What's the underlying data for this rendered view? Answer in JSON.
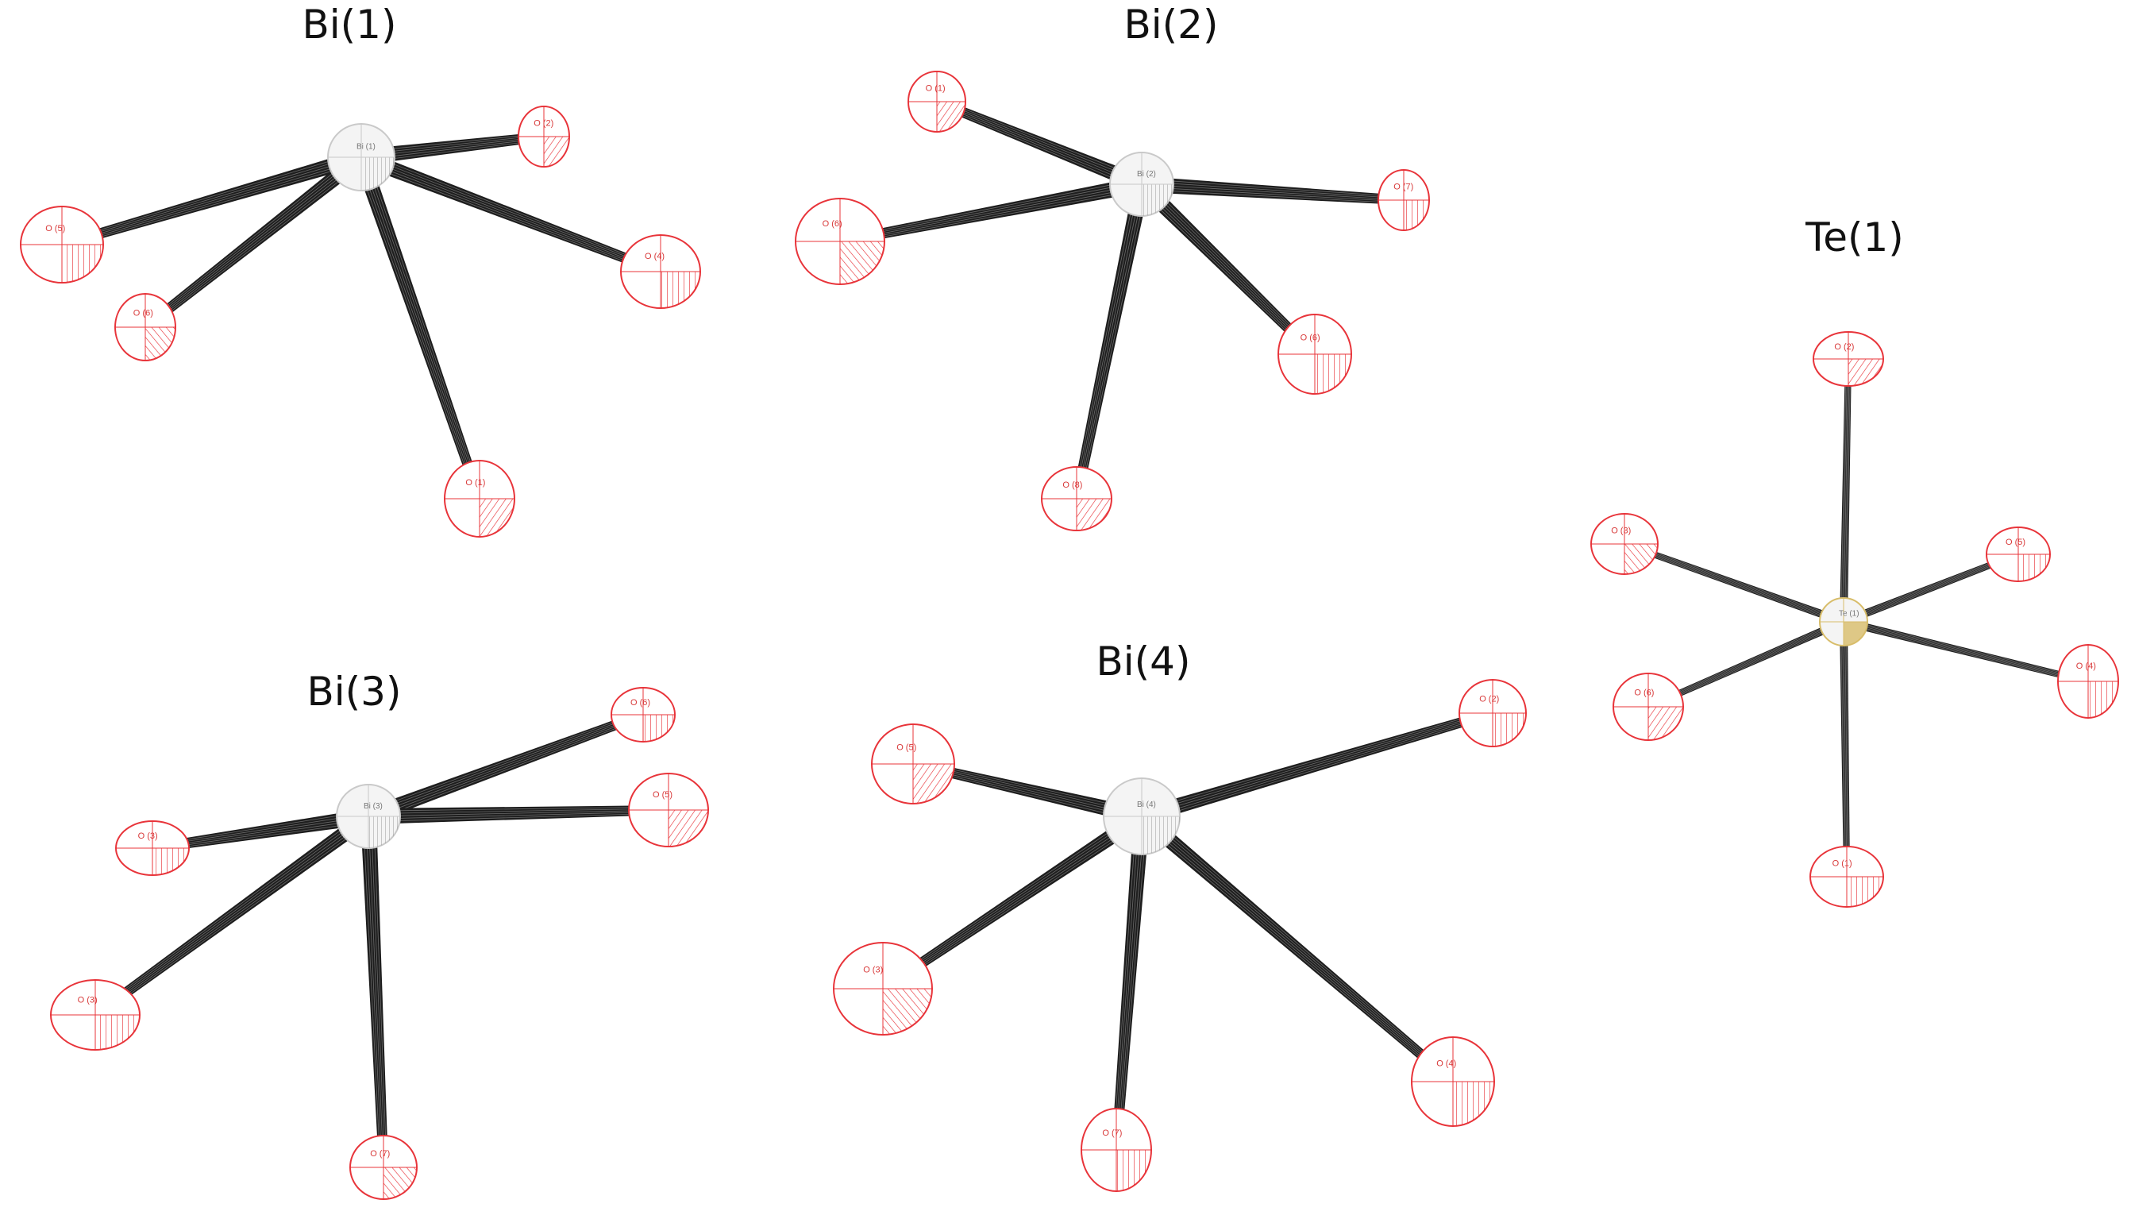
{
  "colors": {
    "oxygen": "#e8343a",
    "bond": "#1e1e1e",
    "bond_highlight": "#8a8a8a",
    "bismuth": "#c9c9c9",
    "tellurium": "#d8bd6a",
    "title": "#111111"
  },
  "sites": [
    {
      "title": "Bi(1)",
      "metal": "bismuth",
      "metal_label": "Bi (1)",
      "ligands": [
        {
          "label": "O (2)"
        },
        {
          "label": "O (5)"
        },
        {
          "label": "O (6)"
        },
        {
          "label": "O (4)"
        },
        {
          "label": "O (1)"
        }
      ]
    },
    {
      "title": "Bi(2)",
      "metal": "bismuth",
      "metal_label": "Bi (2)",
      "ligands": [
        {
          "label": "O (1)"
        },
        {
          "label": "O (6)"
        },
        {
          "label": "O (7)"
        },
        {
          "label": "O (6)"
        },
        {
          "label": "O (8)"
        }
      ]
    },
    {
      "title": "Te(1)",
      "metal": "tellurium",
      "metal_label": "Te (1)",
      "ligands": [
        {
          "label": "O (2)"
        },
        {
          "label": "O (3)"
        },
        {
          "label": "O (5)"
        },
        {
          "label": "O (6)"
        },
        {
          "label": "O (4)"
        },
        {
          "label": "O (1)"
        }
      ]
    },
    {
      "title": "Bi(3)",
      "metal": "bismuth",
      "metal_label": "Bi (3)",
      "ligands": [
        {
          "label": "O (6)"
        },
        {
          "label": "O (5)"
        },
        {
          "label": "O (3)"
        },
        {
          "label": "O (3)"
        },
        {
          "label": "O (7)"
        }
      ]
    },
    {
      "title": "Bi(4)",
      "metal": "bismuth",
      "metal_label": "Bi (4)",
      "ligands": [
        {
          "label": "O (2)"
        },
        {
          "label": "O (5)"
        },
        {
          "label": "O (3)"
        },
        {
          "label": "O (7)"
        },
        {
          "label": "O (4)"
        }
      ]
    }
  ]
}
